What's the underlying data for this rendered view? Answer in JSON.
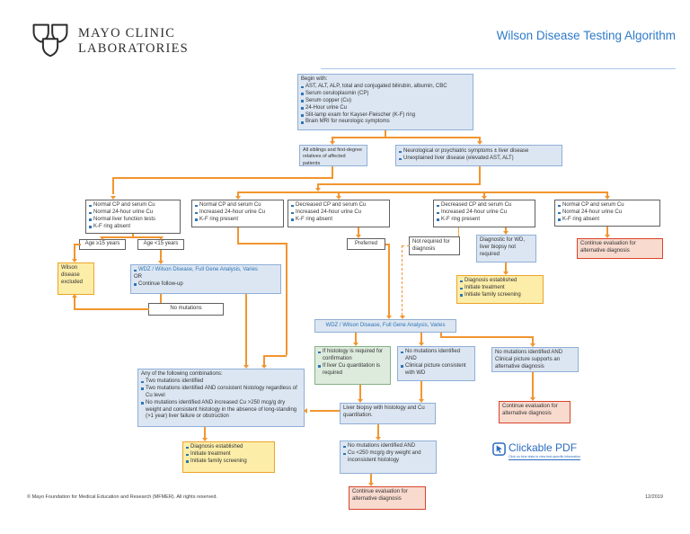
{
  "header": {
    "logo_line1": "MAYO CLINIC",
    "logo_line2": "LABORATORIES",
    "title": "Wilson Disease Testing Algorithm"
  },
  "boxes": {
    "begin": {
      "lines": [
        {
          "t": "Begin with:"
        },
        {
          "b": true,
          "t": "AST, ALT, ALP, total and conjugated bilirubin, albumin, CBC"
        },
        {
          "b": true,
          "t": "Serum ceruloplasmin (CP)"
        },
        {
          "b": true,
          "t": "Serum copper (Cu)"
        },
        {
          "b": true,
          "t": "24-Hour urine Cu"
        },
        {
          "b": true,
          "t": "Slit-lamp exam for Kayser-Fleischer (K-F) ring"
        },
        {
          "b": true,
          "t": "Brain MRI for neurologic symptoms"
        }
      ]
    },
    "siblings": {
      "text": "All siblings and first-degree relatives of affected patients"
    },
    "neuro": {
      "lines": [
        {
          "b": true,
          "t": "Neurological or psychiatric symptoms ± liver disease"
        },
        {
          "b": true,
          "t": "Unexplained liver disease (elevated AST, ALT)"
        }
      ]
    },
    "b1": {
      "lines": [
        {
          "b": true,
          "t": "Normal CP and serum Cu"
        },
        {
          "b": true,
          "t": "Normal 24-hour urine Cu"
        },
        {
          "b": true,
          "t": "Normal liver function tests"
        },
        {
          "b": true,
          "t": "K-F ring absent"
        }
      ]
    },
    "b2": {
      "lines": [
        {
          "b": true,
          "t": "Normal CP and serum Cu"
        },
        {
          "b": true,
          "t": "Increased 24-hour urine Cu"
        },
        {
          "b": true,
          "t": "K-F ring present"
        }
      ]
    },
    "b3": {
      "lines": [
        {
          "b": true,
          "t": "Decreased CP and serum Cu"
        },
        {
          "b": true,
          "t": "Increased 24-hour urine Cu"
        },
        {
          "b": true,
          "t": "K-F ring absent"
        }
      ]
    },
    "b4": {
      "lines": [
        {
          "b": true,
          "t": "Decreased CP and serum Cu"
        },
        {
          "b": true,
          "t": "Increased 24-hour urine Cu"
        },
        {
          "b": true,
          "t": "K-F ring present"
        }
      ]
    },
    "b5": {
      "lines": [
        {
          "b": true,
          "t": "Normal CP and serum Cu"
        },
        {
          "b": true,
          "t": "Normal 24-hour urine Cu"
        },
        {
          "b": true,
          "t": "K-F ring absent"
        }
      ]
    },
    "age_ge15": {
      "text": "Age ≥15 years"
    },
    "age_lt15": {
      "text": "Age <15 years"
    },
    "preferred": {
      "text": "Preferred"
    },
    "not_required": {
      "text": "Not required for diagnosis"
    },
    "diagnostic": {
      "text": "Diagnostic for WD, liver biopsy not required"
    },
    "wilson_excluded": {
      "text": "Wilson disease excluded"
    },
    "wdz_followup": {
      "lines": [
        {
          "b": true,
          "link": true,
          "t": "WDZ / Wilson Disease, Full Gene Analysis, Varies"
        },
        {
          "t": "OR"
        },
        {
          "b": true,
          "t": "Continue follow-up"
        }
      ]
    },
    "diagnosis_established": {
      "lines": [
        {
          "b": true,
          "t": "Diagnosis established"
        },
        {
          "b": true,
          "t": "Initiate treatment"
        },
        {
          "b": true,
          "t": "Initiate family screening"
        }
      ]
    },
    "no_mutations": {
      "text": "No mutations"
    },
    "wdz_center": {
      "text": "WDZ / Wilson Disease, Full Gene Analysis, Varies"
    },
    "histology": {
      "lines": [
        {
          "b": true,
          "t": "If histology is required for confirmation"
        },
        {
          "b": true,
          "t": "If liver Cu quantitation is required"
        }
      ]
    },
    "nomut_wd": {
      "lines": [
        {
          "b": true,
          "t": "No mutations identified AND"
        },
        {
          "b": true,
          "t": "Clinical picture consistent with WD"
        }
      ]
    },
    "nomut_alt": {
      "text": "No mutations identified AND Clinical picture supports an alternative diagnosis"
    },
    "combos": {
      "lines": [
        {
          "t": "Any of the following combinations:"
        },
        {
          "b": true,
          "t": "Two mutations identified"
        },
        {
          "b": true,
          "t": "Two mutations identified AND consistent histology regardless of Cu level"
        },
        {
          "b": true,
          "t": "No mutations identified AND increased Cu >250 mcg/g dry weight and consistent histology in the absence of long-standing (>1 year) liver failure or obstruction"
        }
      ]
    },
    "liver_biopsy": {
      "text": "Liver biopsy with histology and Cu quantitation."
    },
    "nomut_cu250": {
      "lines": [
        {
          "b": true,
          "t": "No mutations identified AND"
        },
        {
          "b": true,
          "t": "Cu <250 mcg/g dry weight and inconsistent histology"
        }
      ]
    },
    "continue_eval_1": {
      "text": "Continue evaluation for alternative diagnosis"
    },
    "continue_eval_2": {
      "text": "Continue evaluation for alternative diagnosis"
    },
    "continue_eval_3": {
      "text": "Continue evaluation for alternative diagnosis"
    }
  },
  "clickable_pdf": {
    "label": "Clickable PDF",
    "tagline": "Click on blue tests to view test-specific information"
  },
  "footer": {
    "copyright": "© Mayo Foundation for Medical Education and Research (MFMER). All rights reserved.",
    "date": "12/2019"
  },
  "colors": {
    "connector_orange": "#F2952F",
    "link_blue": "#2E74B5",
    "title_blue": "#2F7BC8",
    "box_blue_bg": "#DCE6F2",
    "box_yellow_bg": "#FCEDA9",
    "box_red_border": "#D8442C",
    "box_green_bg": "#DDEBDD"
  }
}
